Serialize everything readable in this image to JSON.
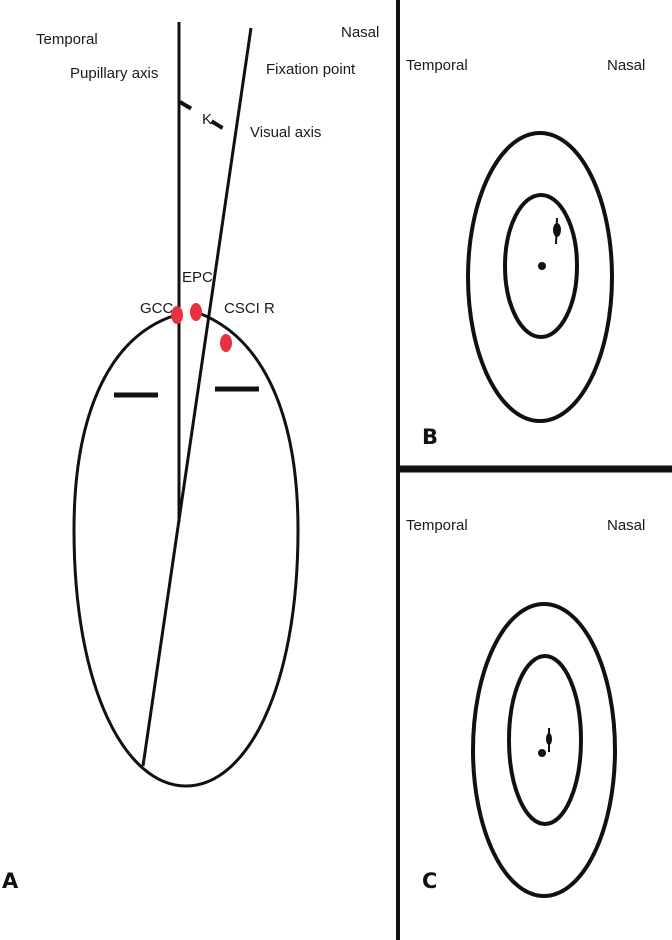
{
  "panel_a": {
    "letter": "A",
    "labels": {
      "temporal": "Temporal",
      "nasal": "Nasal",
      "pupillary_axis": "Pupillary axis",
      "fixation_point": "Fixation point",
      "visual_axis": "Visual axis",
      "angle_k": "K",
      "epc": "EPC",
      "gcc": "GCC",
      "cscir": "CSCI R"
    },
    "marker_color": "#e8323f"
  },
  "panel_b": {
    "letter": "B",
    "labels": {
      "temporal": "Temporal",
      "nasal": "Nasal"
    }
  },
  "panel_c": {
    "letter": "C",
    "labels": {
      "temporal": "Temporal",
      "nasal": "Nasal"
    }
  },
  "colors": {
    "line": "#111111",
    "marker": "#e8323f",
    "background": "#ffffff"
  }
}
